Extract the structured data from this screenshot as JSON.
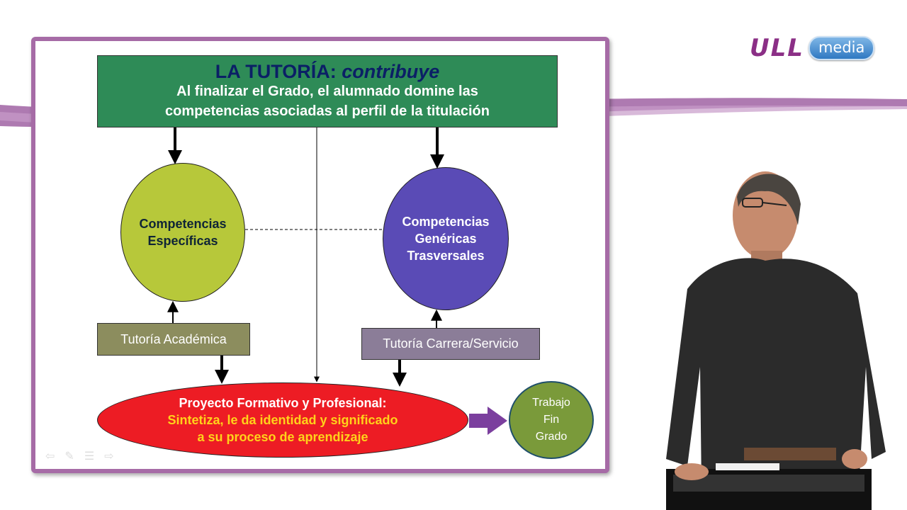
{
  "logo": {
    "ull": "ULL",
    "media": "media"
  },
  "header": {
    "title_main": "LA TUTORÍA:",
    "title_italic": "contribuye",
    "line1": "Al finalizar el Grado, el alumnado domine las",
    "line2": "competencias asociadas al perfil de la titulación"
  },
  "nodes": {
    "especificas": {
      "line1": "Competencias",
      "line2": "Específicas"
    },
    "genericas": {
      "line1": "Competencias",
      "line2": "Genéricas",
      "line3": "Trasversales"
    },
    "tutoria_academica": "Tutoría Académica",
    "tutoria_carrera": "Tutoría Carrera/Servicio",
    "proyecto": {
      "title": "Proyecto Formativo y Profesional:",
      "line1": "Sintetiza, le da identidad y significado",
      "line2": "a su proceso de  aprendizaje"
    },
    "tfg": {
      "line1": "Trabajo",
      "line2": "Fin",
      "line3": "Grado"
    }
  },
  "colors": {
    "slide_border": "#a66ba6",
    "header_fill": "#2e8b57",
    "especificas_fill": "#b7c83a",
    "genericas_fill": "#5a4bb6",
    "proyecto_fill": "#ed1c24",
    "proyecto_text": "#ffd21a",
    "tfg_fill": "#7a9a3a",
    "arrow_purple": "#7b3f9e"
  },
  "icons": [
    "arrow-left-icon",
    "pen-icon",
    "menu-icon",
    "arrow-right-icon"
  ]
}
